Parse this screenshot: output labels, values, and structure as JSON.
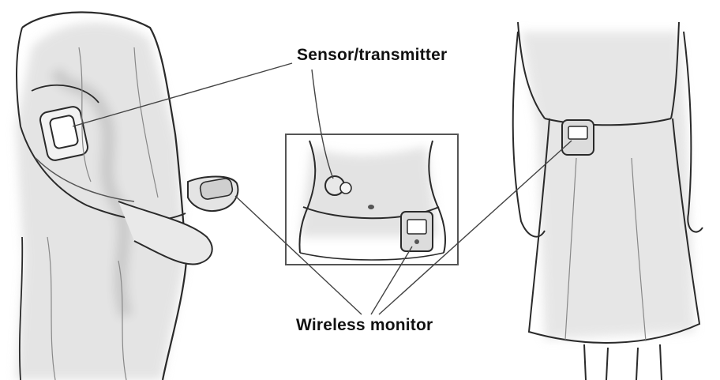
{
  "labels": {
    "sensor": "Sensor/transmitter",
    "monitor": "Wireless monitor"
  },
  "colors": {
    "ink": "#2a2a2a",
    "shade": "#9a9a9a",
    "light_shade": "#d6d6d6",
    "background": "#ffffff"
  },
  "figures": [
    "left-person-sensor-on-arm",
    "inset-abdomen-sensor-and-monitor",
    "right-person-monitor-at-waist"
  ]
}
